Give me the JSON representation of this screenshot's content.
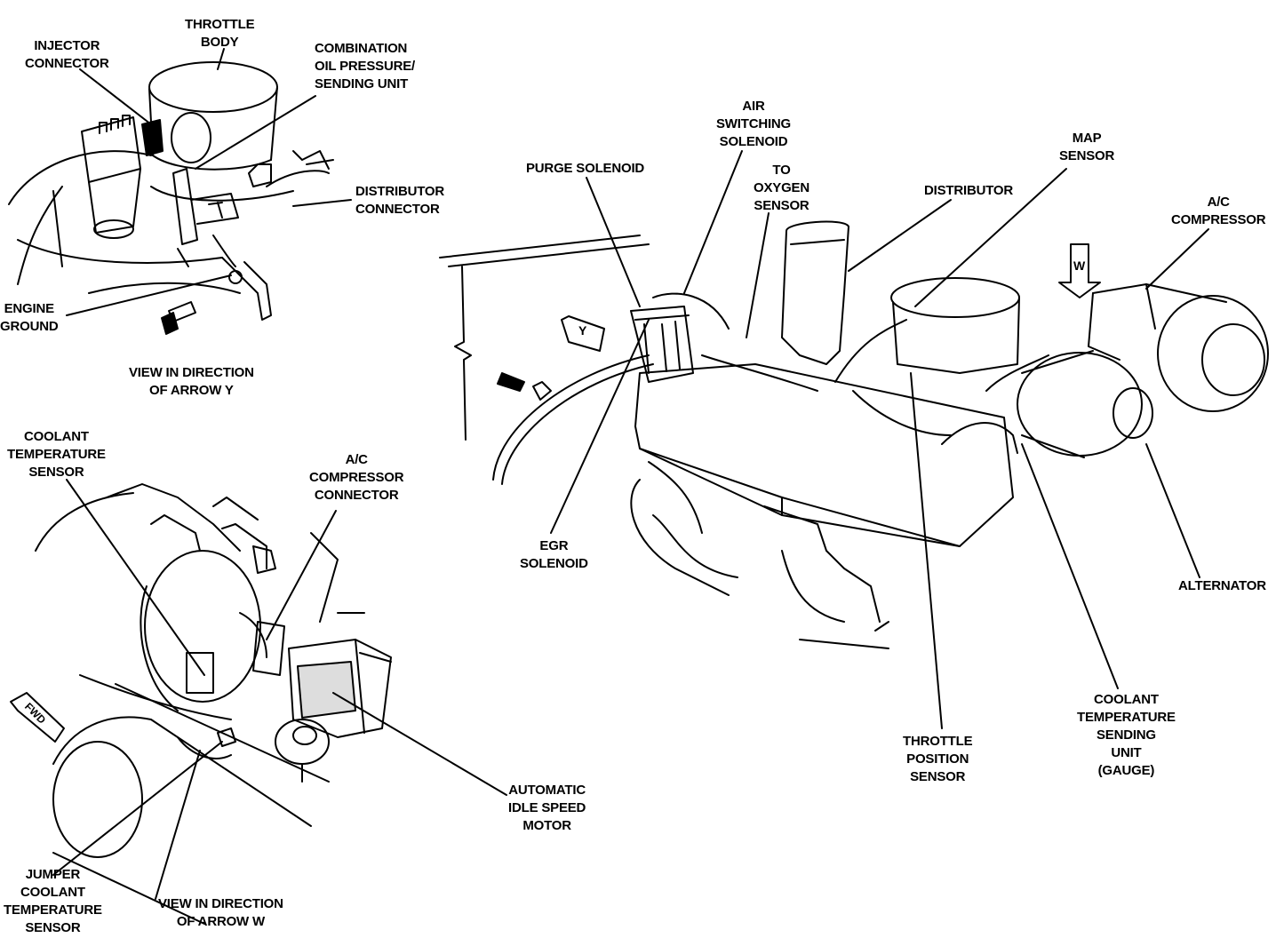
{
  "labels": {
    "injector_connector": [
      "INJECTOR",
      "CONNECTOR"
    ],
    "throttle_body": [
      "THROTTLE",
      "BODY"
    ],
    "combination_oil": [
      "COMBINATION",
      "OIL PRESSURE/",
      "SENDING UNIT"
    ],
    "distributor_connector": [
      "DISTRIBUTOR",
      "CONNECTOR"
    ],
    "engine_ground": [
      "ENGINE",
      "GROUND"
    ],
    "view_arrow_y": [
      "VIEW IN DIRECTION",
      "OF ARROW Y"
    ],
    "coolant_temp_sensor": [
      "COOLANT",
      "TEMPERATURE",
      "SENSOR"
    ],
    "ac_compressor_connector": [
      "A/C",
      "COMPRESSOR",
      "CONNECTOR"
    ],
    "automatic_idle_speed_motor": [
      "AUTOMATIC",
      "IDLE SPEED",
      "MOTOR"
    ],
    "jumper_coolant": [
      "JUMPER",
      "COOLANT",
      "TEMPERATURE",
      "SENSOR"
    ],
    "view_arrow_w": [
      "VIEW IN DIRECTION",
      "OF ARROW W"
    ],
    "purge_solenoid": [
      "PURGE SOLENOID"
    ],
    "air_switching_solenoid": [
      "AIR",
      "SWITCHING",
      "SOLENOID"
    ],
    "to_oxygen_sensor": [
      "TO",
      "OXYGEN",
      "SENSOR"
    ],
    "distributor": [
      "DISTRIBUTOR"
    ],
    "map_sensor": [
      "MAP",
      "SENSOR"
    ],
    "ac_compressor": [
      "A/C",
      "COMPRESSOR"
    ],
    "egr_solenoid": [
      "EGR",
      "SOLENOID"
    ],
    "alternator": [
      "ALTERNATOR"
    ],
    "throttle_position_sensor": [
      "THROTTLE",
      "POSITION",
      "SENSOR"
    ],
    "coolant_temp_sending_unit": [
      "COOLANT",
      "TEMPERATURE",
      "SENDING",
      "UNIT",
      "(GAUGE)"
    ]
  },
  "markers": {
    "arrow_y": "Y",
    "arrow_w": "W",
    "fwd": "FWD"
  }
}
